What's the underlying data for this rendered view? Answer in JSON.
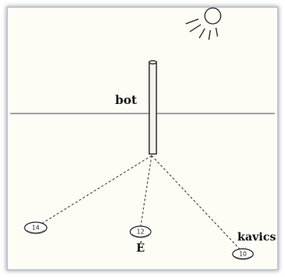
{
  "diagram": {
    "stick_label": "bot",
    "stones_label": "kavics",
    "north_label": "É",
    "stones": [
      {
        "id": "stone-left",
        "number": "14"
      },
      {
        "id": "stone-middle",
        "number": "12"
      },
      {
        "id": "stone-right",
        "number": "10"
      }
    ],
    "icons": {
      "sun": "sun-icon"
    },
    "colors": {
      "background": "#fdfdf6",
      "border": "#9aa3aa",
      "ink": "#222222",
      "stick": "#f4f4ea"
    }
  }
}
